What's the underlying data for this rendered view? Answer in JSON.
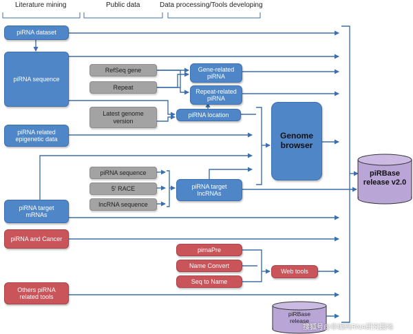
{
  "headers": {
    "literature": "Literature mining",
    "public": "Public data",
    "processing": "Data processing/Tools developing"
  },
  "nodes": {
    "pirna_dataset": "piRNA dataset",
    "pirna_sequence": "piRNA sequence",
    "refseq_gene": "RefSeq gene",
    "repeat": "Repeat",
    "latest_genome": "Latest genome\nversion",
    "gene_related": "Gene-related\npiRNA",
    "repeat_related": "Repeat-related\npiRNA",
    "pirna_location": "piRNA location",
    "epigenetic": "piRNA related\nepigenetic data",
    "genome_browser": "Genome\nbrowser",
    "pub_pirna_sequence": "piRNA sequence",
    "race": "5' RACE",
    "lncrna_sequence": "lncRNA sequence",
    "target_lncrnas": "piRNA target\nlncRNAs",
    "target_mrnas": "piRNA target\nmRNAs",
    "pirna_cancer": "piRNA and Cancer",
    "pirnapre": "pirnaPre",
    "name_convert": "Name Convert",
    "seq_to_name": "Seq to Name",
    "web_tools": "Web tools",
    "others_tools": "Others piRNA\nrelated tools",
    "release_v2": "piRBase\nrelease v2.0",
    "release_old": "piRBase\nrelease"
  },
  "watermark": "搜狐号@非编码RNA研究园地",
  "colors": {
    "blue": "#4f86c8",
    "gray": "#a3a3a3",
    "red": "#c9545a",
    "purple": "#b9a5d6",
    "arrow": "#3d6fad"
  }
}
